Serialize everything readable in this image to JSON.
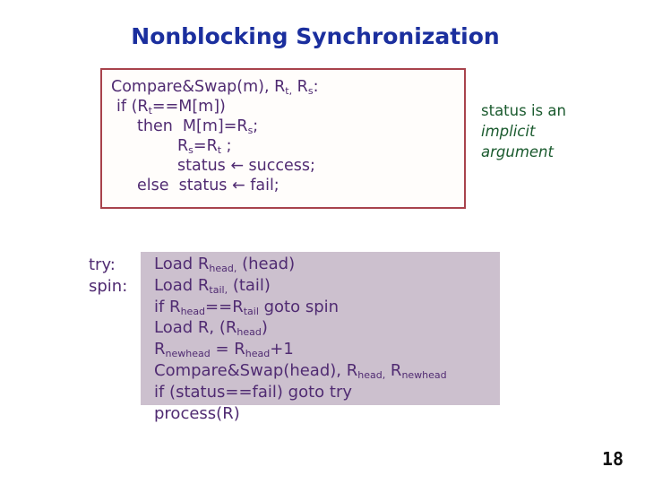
{
  "slide": {
    "title": "Nonblocking Synchronization",
    "page_number": "18"
  },
  "colors": {
    "title_blue": "#1B2F9E",
    "code_purple": "#502B72",
    "note_green": "#1A5A2E",
    "box_border_red": "#A8434C",
    "box_background": "#FFFDFB",
    "highlight_mauve": "#CCC0CE",
    "page_number_black": "#111111"
  },
  "csw_box": {
    "lines": [
      {
        "indent": 0,
        "seg": [
          [
            "t",
            "Compare&Swap(m), R"
          ],
          [
            "s",
            "t,"
          ],
          [
            "t",
            " R"
          ],
          [
            "s",
            "s"
          ],
          [
            "t",
            ":"
          ]
        ]
      },
      {
        "indent": 6,
        "seg": [
          [
            "t",
            "if (R"
          ],
          [
            "s",
            "t"
          ],
          [
            "t",
            "==M[m])"
          ]
        ]
      },
      {
        "indent": 29,
        "seg": [
          [
            "t",
            "then  M[m]=R"
          ],
          [
            "s",
            "s"
          ],
          [
            "t",
            ";"
          ]
        ]
      },
      {
        "indent": 74,
        "seg": [
          [
            "t",
            "R"
          ],
          [
            "s",
            "s"
          ],
          [
            "t",
            "=R"
          ],
          [
            "s",
            "t"
          ],
          [
            "t",
            " ;"
          ]
        ]
      },
      {
        "indent": 74,
        "seg": [
          [
            "t",
            "status ← success;"
          ]
        ]
      },
      {
        "indent": 29,
        "seg": [
          [
            "t",
            "else  status ← fail;"
          ]
        ]
      }
    ]
  },
  "side_note": {
    "line1": "status is an",
    "line2": "implicit",
    "line3": "argument"
  },
  "asm": {
    "labels": [
      "try:",
      "spin:"
    ],
    "lines": [
      {
        "indent": 0,
        "seg": [
          [
            "t",
            "Load R"
          ],
          [
            "s",
            "head,"
          ],
          [
            "t",
            " (head)"
          ]
        ]
      },
      {
        "indent": 0,
        "seg": [
          [
            "t",
            "Load R"
          ],
          [
            "s",
            "tail,"
          ],
          [
            "t",
            " (tail)"
          ]
        ]
      },
      {
        "indent": 0,
        "seg": [
          [
            "t",
            "if R"
          ],
          [
            "s",
            "head"
          ],
          [
            "t",
            "==R"
          ],
          [
            "s",
            "tail"
          ],
          [
            "t",
            " goto spin"
          ]
        ]
      },
      {
        "indent": 0,
        "seg": [
          [
            "t",
            "Load R, (R"
          ],
          [
            "s",
            "head"
          ],
          [
            "t",
            ")"
          ]
        ]
      },
      {
        "indent": 0,
        "seg": [
          [
            "t",
            "R"
          ],
          [
            "s",
            "newhead"
          ],
          [
            "t",
            " = R"
          ],
          [
            "s",
            "head"
          ],
          [
            "t",
            "+1"
          ]
        ]
      },
      {
        "indent": 0,
        "seg": [
          [
            "t",
            "Compare&Swap(head), R"
          ],
          [
            "s",
            "head,"
          ],
          [
            "t",
            " R"
          ],
          [
            "s",
            "newhead"
          ]
        ]
      },
      {
        "indent": 0,
        "seg": [
          [
            "t",
            "if (status==fail) goto try"
          ]
        ]
      },
      {
        "indent": 0,
        "seg": [
          [
            "t",
            "process(R)"
          ]
        ]
      }
    ]
  }
}
